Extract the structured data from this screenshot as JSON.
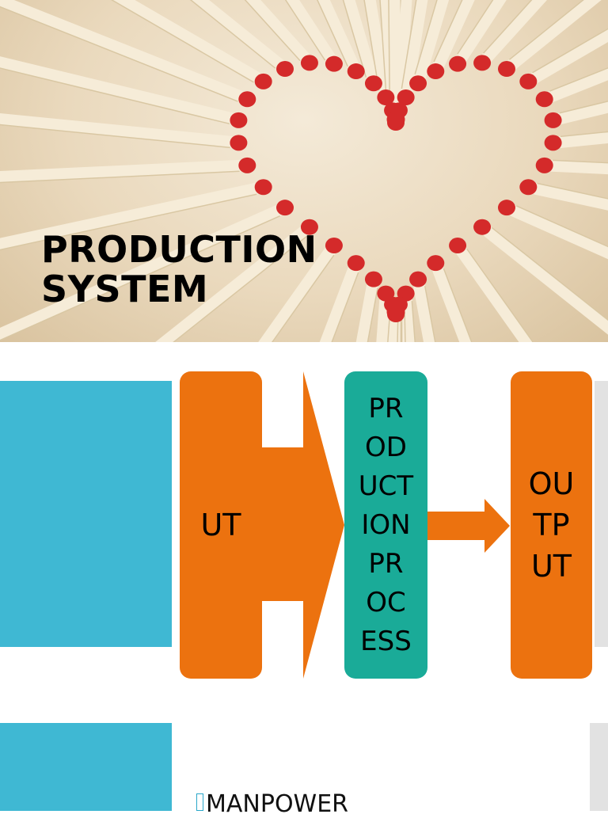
{
  "slide_title": {
    "line1": "PRODUCTION",
    "line2": "SYSTEM"
  },
  "diagram": {
    "input_lines": [
      "UT"
    ],
    "process_lines": [
      "PR",
      "OD",
      "UCT",
      "ION",
      "PR",
      "OC",
      "ESS"
    ],
    "output_lines": [
      "OU",
      "TP",
      "UT"
    ]
  },
  "list": {
    "first_item": "MANPOWER"
  },
  "colors": {
    "orange": "#ec720f",
    "teal": "#1aab98",
    "blue": "#3fb8d3",
    "match_head": "#d42a2a"
  },
  "icons": {
    "list_bullet": "bullet-icon",
    "hero_image": "matchstick-heart-photo"
  }
}
